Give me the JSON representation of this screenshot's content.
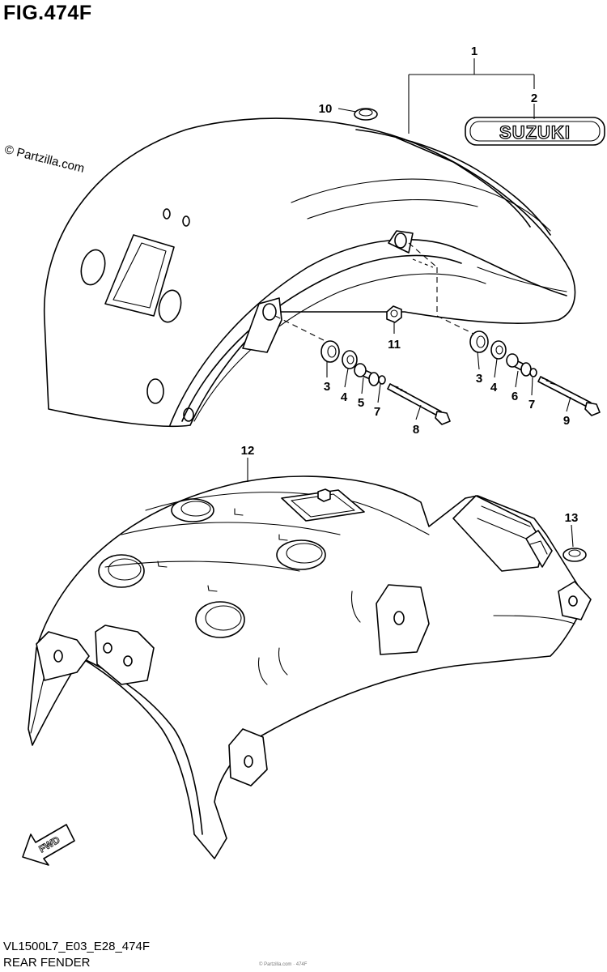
{
  "figure": {
    "title": "FIG.474F",
    "watermark": "© Partzilla.com",
    "model_code": "VL1500L7_E03_E28_474F",
    "section_name": "REAR FENDER",
    "footer_small": "© Partzilla.com · 474F"
  },
  "emblem": {
    "text": "SUZUKI"
  },
  "fwd_arrow": {
    "text": "FWD"
  },
  "callouts": [
    {
      "id": "c1",
      "label": "1"
    },
    {
      "id": "c2",
      "label": "2"
    },
    {
      "id": "c3a",
      "label": "3"
    },
    {
      "id": "c3b",
      "label": "3"
    },
    {
      "id": "c4a",
      "label": "4"
    },
    {
      "id": "c4b",
      "label": "4"
    },
    {
      "id": "c5",
      "label": "5"
    },
    {
      "id": "c6",
      "label": "6"
    },
    {
      "id": "c7a",
      "label": "7"
    },
    {
      "id": "c7b",
      "label": "7"
    },
    {
      "id": "c8",
      "label": "8"
    },
    {
      "id": "c9",
      "label": "9"
    },
    {
      "id": "c10",
      "label": "10"
    },
    {
      "id": "c11",
      "label": "11"
    },
    {
      "id": "c12",
      "label": "12"
    },
    {
      "id": "c13",
      "label": "13"
    }
  ]
}
